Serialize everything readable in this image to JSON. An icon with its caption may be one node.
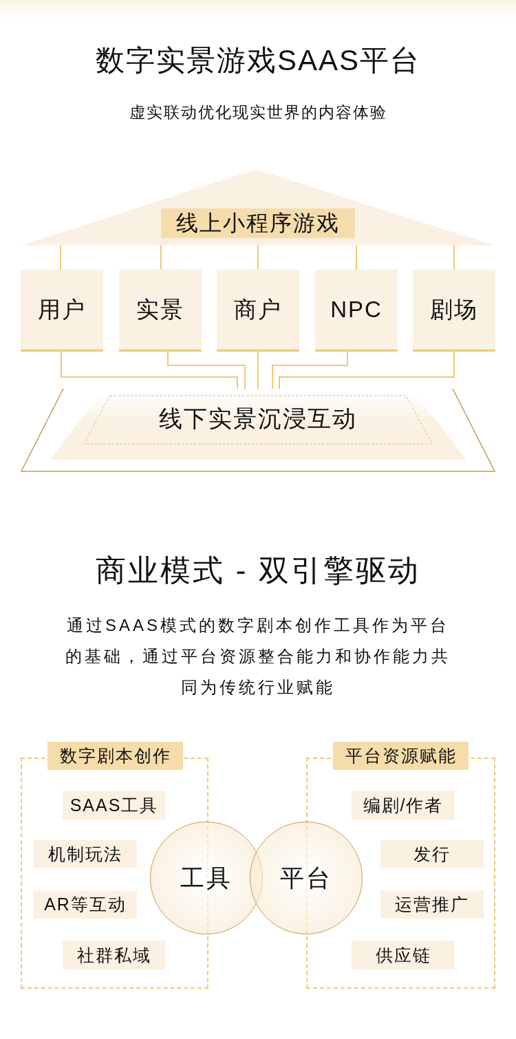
{
  "diagram": {
    "title": "数字实景游戏SAAS平台",
    "nodes": [
      {
        "text": [
          "线上小程序游戏"
        ]
      },
      {
        "text": [
          "用户"
        ]
      },
      {
        "text": [
          "实景"
        ]
      },
      {
        "text": [
          "商户"
        ]
      },
      {
        "text": [
          "NPC"
        ]
      },
      {
        "text": [
          "剧场"
        ]
      },
      {
        "text": [
          "线下实景沉浸互动"
        ]
      },
      {
        "text": [
          "数字剧本创作"
        ]
      },
      {
        "text": [
          "SAAS工具"
        ],
        "in": 7
      },
      {
        "text": [
          "机制玩法"
        ],
        "in": 7
      },
      {
        "text": [
          "AR等互动"
        ],
        "in": 7
      },
      {
        "text": [
          "社群私域"
        ],
        "in": 7
      },
      {
        "text": [
          "平台资源赋能"
        ]
      },
      {
        "text": [
          "编剧/作者"
        ],
        "in": 12
      },
      {
        "text": [
          "发行"
        ],
        "in": 12
      },
      {
        "text": [
          "运营推广"
        ],
        "in": 12
      },
      {
        "text": [
          "供应链"
        ],
        "in": 12
      },
      {
        "text": [
          "工具"
        ]
      },
      {
        "text": [
          "平台"
        ]
      }
    ],
    "edges": [
      {
        "from": 0,
        "to": 1,
        "arrow": "none"
      },
      {
        "from": 0,
        "to": 2,
        "arrow": "none"
      },
      {
        "from": 0,
        "to": 3,
        "arrow": "none"
      },
      {
        "from": 0,
        "to": 4,
        "arrow": "none"
      },
      {
        "from": 0,
        "to": 5,
        "arrow": "none"
      },
      {
        "from": 1,
        "to": 6,
        "arrow": "none"
      },
      {
        "from": 2,
        "to": 6,
        "arrow": "none"
      },
      {
        "from": 3,
        "to": 6,
        "arrow": "none"
      },
      {
        "from": 4,
        "to": 6,
        "arrow": "none"
      },
      {
        "from": 5,
        "to": 6,
        "arrow": "none"
      }
    ],
    "labels": [
      "虚实联动优化现实世界的内容体验",
      "商业模式 - 双引擎驱动",
      "通过SAAS模式的数字剧本创作工具作为平台的基础，通过平台资源整合能力和协作能力共同为传统行业赋能"
    ]
  }
}
